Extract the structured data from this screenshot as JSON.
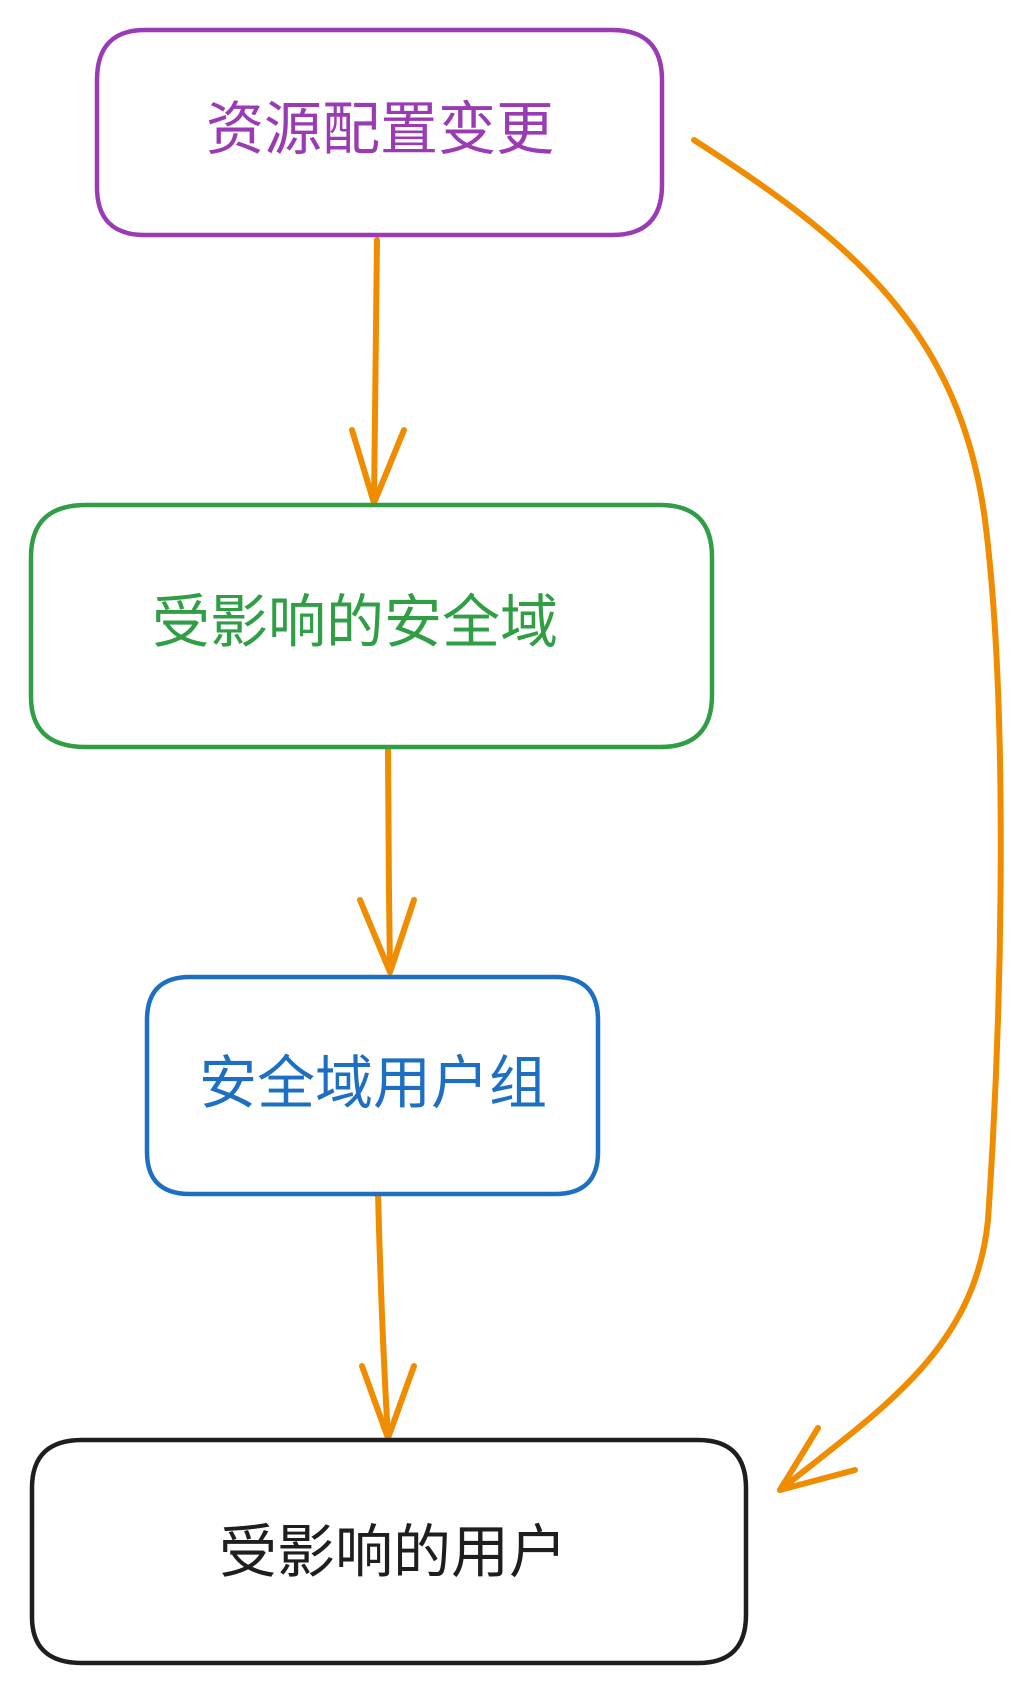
{
  "colors": {
    "arrow": "#ef8c00",
    "node_1": "#9a3bb5",
    "node_2": "#2f9e44",
    "node_3": "#1c6fc2",
    "node_4": "#1e1e1e"
  },
  "nodes": {
    "resource_change": {
      "label": "资源配置变更"
    },
    "affected_security_domain": {
      "label": "受影响的安全域"
    },
    "security_domain_user_group": {
      "label": "安全域用户组"
    },
    "affected_users": {
      "label": "受影响的用户"
    }
  },
  "edges": [
    {
      "from": "资源配置变更",
      "to": "受影响的安全域"
    },
    {
      "from": "受影响的安全域",
      "to": "安全域用户组"
    },
    {
      "from": "安全域用户组",
      "to": "受影响的用户"
    },
    {
      "from": "资源配置变更",
      "to": "受影响的用户"
    }
  ]
}
